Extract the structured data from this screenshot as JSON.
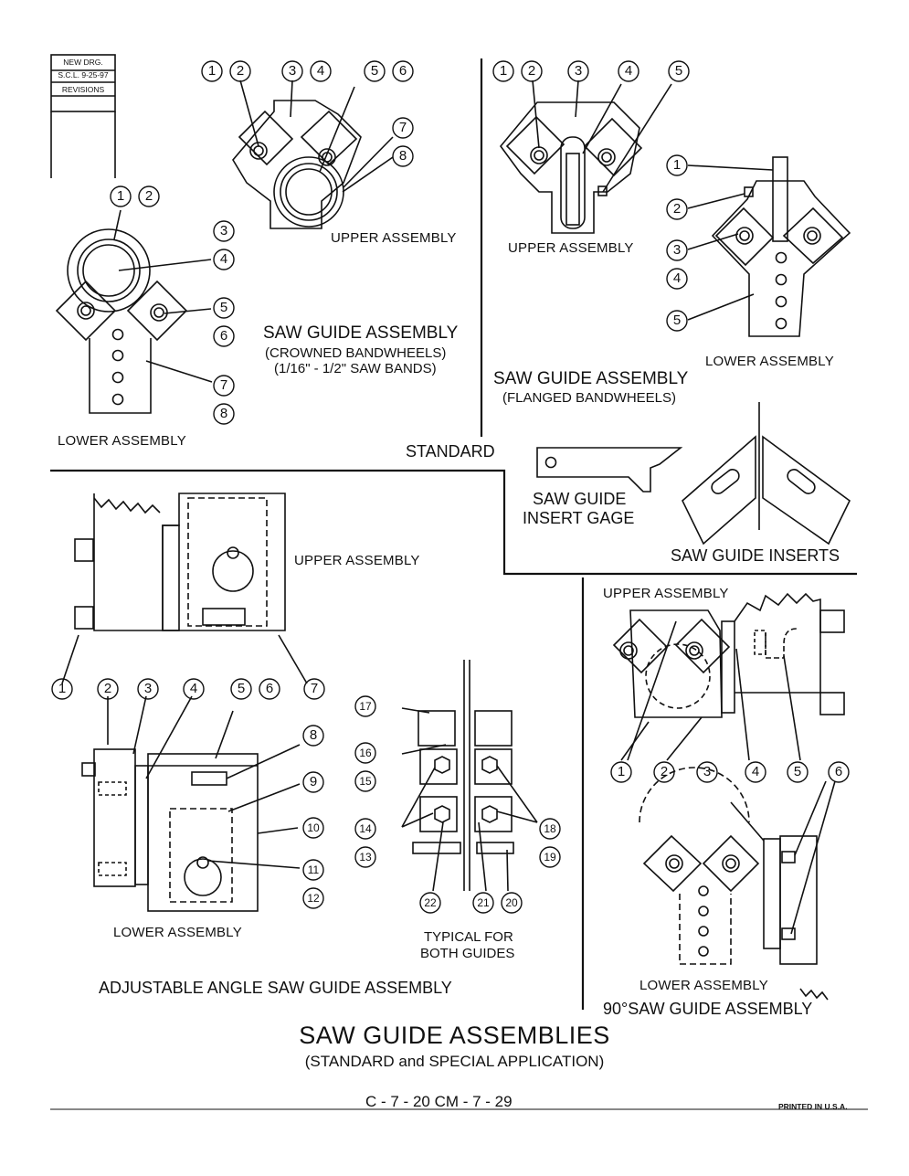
{
  "revision_box": {
    "line1": "NEW DRG.",
    "line2": "S.C.L. 9-25-97",
    "line3": "REVISIONS"
  },
  "standard_crowned": {
    "upper_label": "UPPER ASSEMBLY",
    "lower_label": "LOWER ASSEMBLY",
    "title": "SAW GUIDE ASSEMBLY",
    "sub1": "(CROWNED BANDWHEELS)",
    "sub2": "(1/16\" - 1/2\" SAW BANDS)",
    "upper_numbers": [
      "1",
      "2",
      "3",
      "4",
      "5",
      "6",
      "7",
      "8"
    ],
    "lower_numbers": [
      "1",
      "2",
      "3",
      "4",
      "5",
      "6",
      "7",
      "8"
    ]
  },
  "standard_flanged": {
    "upper_label": "UPPER ASSEMBLY",
    "lower_label": "LOWER ASSEMBLY",
    "title": "SAW GUIDE ASSEMBLY",
    "sub1": "(FLANGED BANDWHEELS)",
    "upper_numbers": [
      "1",
      "2",
      "3",
      "4",
      "5"
    ],
    "lower_numbers": [
      "1",
      "2",
      "3",
      "4",
      "5"
    ]
  },
  "standard_label": "STANDARD",
  "insert_gage": {
    "line1": "SAW GUIDE",
    "line2": "INSERT GAGE"
  },
  "inserts_label": "SAW GUIDE INSERTS",
  "adjustable": {
    "upper_label": "UPPER ASSEMBLY",
    "lower_label": "LOWER ASSEMBLY",
    "typical1": "TYPICAL FOR",
    "typical2": "BOTH GUIDES",
    "title": "ADJUSTABLE ANGLE SAW GUIDE ASSEMBLY",
    "numbers": [
      "1",
      "2",
      "3",
      "4",
      "5",
      "6",
      "7",
      "8",
      "9",
      "10",
      "11",
      "12",
      "13",
      "14",
      "15",
      "16",
      "17",
      "18",
      "19",
      "20",
      "21",
      "22"
    ]
  },
  "ninety": {
    "upper_label": "UPPER ASSEMBLY",
    "lower_label": "LOWER ASSEMBLY",
    "title": "90°SAW GUIDE ASSEMBLY",
    "numbers": [
      "1",
      "2",
      "3",
      "4",
      "5",
      "6"
    ]
  },
  "main_title": "SAW GUIDE ASSEMBLIES",
  "main_subtitle": "(STANDARD and SPECIAL APPLICATION)",
  "page_number": "C - 7 - 20   CM - 7 - 29",
  "printed": "PRINTED IN U.S.A."
}
